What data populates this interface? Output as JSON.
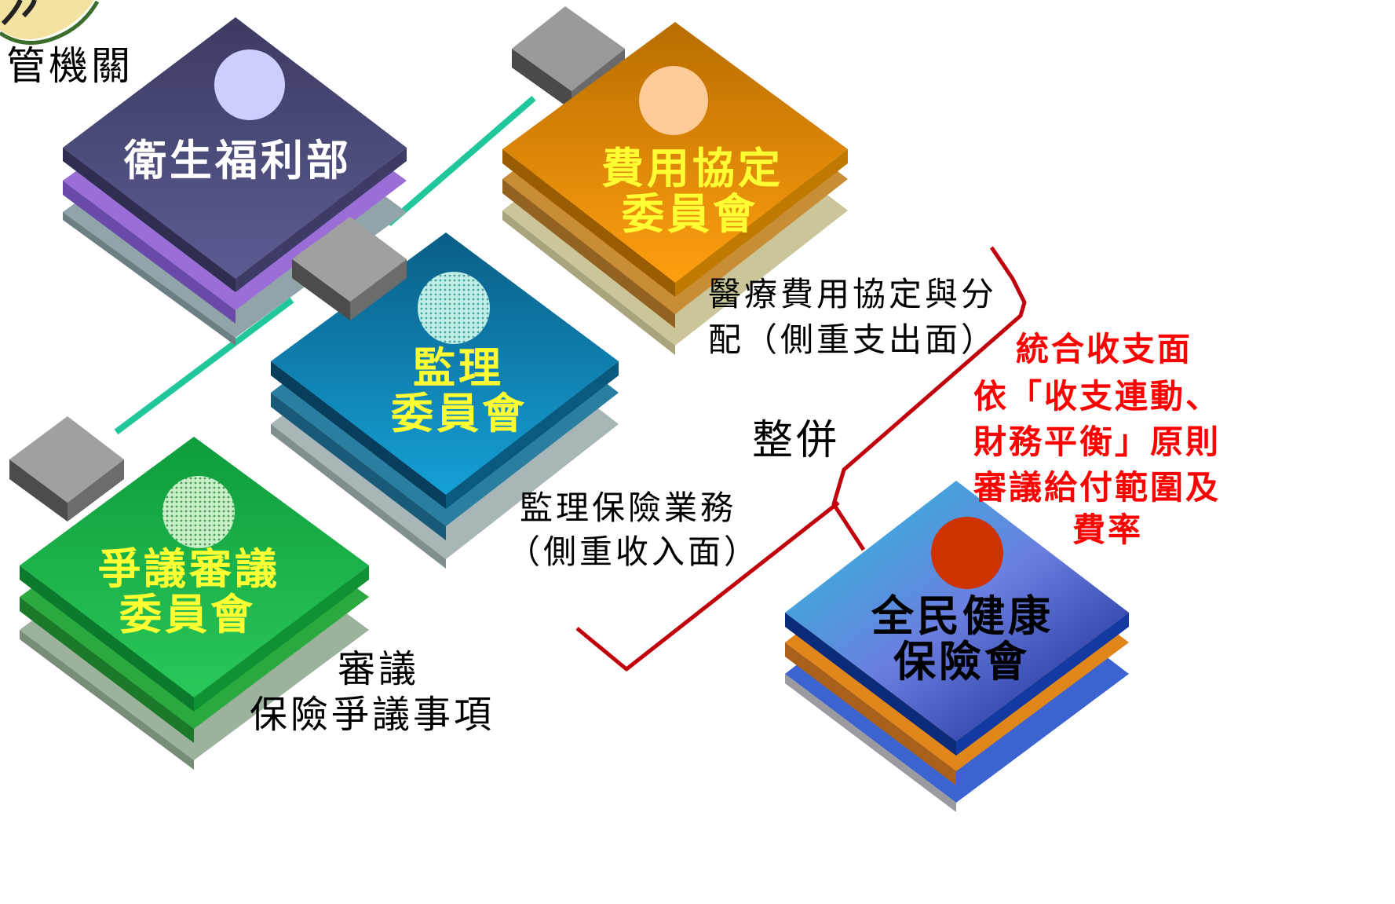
{
  "header_partial_label": "管機關",
  "tiles": {
    "mohw": {
      "title": "衛生福利部"
    },
    "expenditure": {
      "line1": "費用協定",
      "line2": "委員會"
    },
    "supervisory": {
      "line1": "監理",
      "line2": "委員會"
    },
    "dispute": {
      "line1": "爭議審議",
      "line2": "委員會"
    },
    "nhi": {
      "line1": "全民健康",
      "line2": "保險會"
    }
  },
  "notes": {
    "expenditure_line1": "醫療費用協定與分",
    "expenditure_line2": "配（側重支出面）",
    "supervisory_line1": "監理保險業務",
    "supervisory_line2": "（側重收入面）",
    "dispute_line1": "審議",
    "dispute_line2": "保險爭議事項",
    "merge": "整併"
  },
  "red_notes": [
    "統合收支面",
    "依「收支連動、",
    "財務平衡」原則",
    "審議給付範圍及",
    "費率"
  ],
  "colors": {
    "mohw": "#4a4a78",
    "expenditure": "#e08a00",
    "supervisory": "#0d7fae",
    "dispute": "#12b04a",
    "nhi": "#3a8fd8",
    "connector": "#1fc79a",
    "bracket": "#c0000a",
    "highlight_text": "#ffff33",
    "red_text": "#ff0000"
  }
}
